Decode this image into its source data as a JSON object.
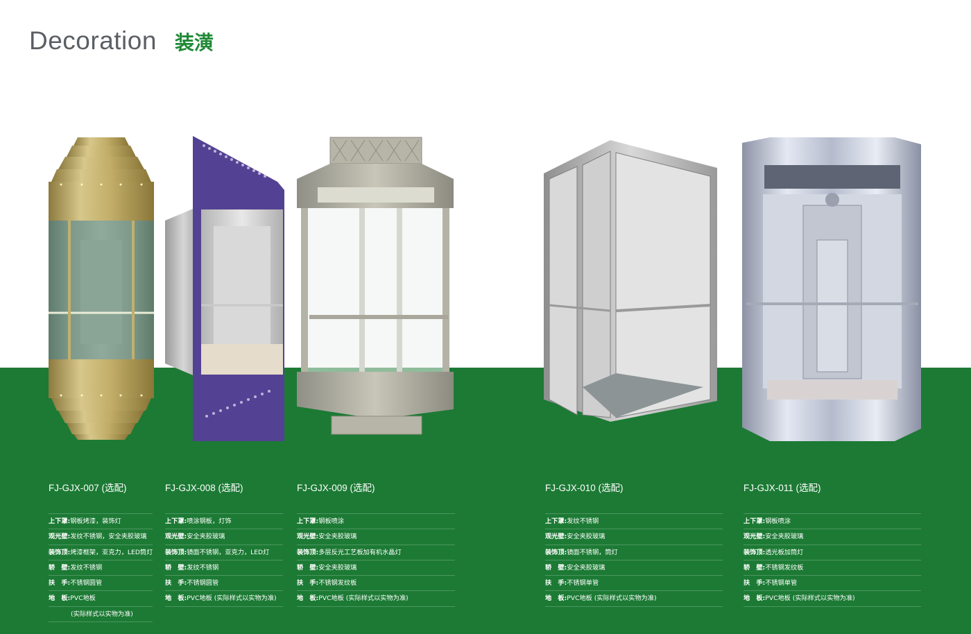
{
  "header": {
    "title_en": "Decoration",
    "title_cn": "装潢"
  },
  "colors": {
    "green_band": "#1c7a34",
    "title_cn": "#1f8a36",
    "title_en": "#5b5f64"
  },
  "products": [
    {
      "model": "FJ-GJX-007 (选配)",
      "specs": [
        {
          "label": "上下罩:",
          "value": "钢板烤漆，装饰灯"
        },
        {
          "label": "观光壁:",
          "value": "发纹不锈钢，安全夹胶玻璃"
        },
        {
          "label": "装饰顶:",
          "value": "烤漆框架，亚克力，LED筒灯"
        },
        {
          "label": "轿　壁:",
          "value": "发纹不锈钢"
        },
        {
          "label": "扶　手:",
          "value": "不锈钢圆管"
        },
        {
          "label": "地　板:",
          "value": "PVC地板"
        }
      ],
      "note": "(实际样式以实物为准)"
    },
    {
      "model": "FJ-GJX-008 (选配)",
      "specs": [
        {
          "label": "上下罩:",
          "value": "喷涂钢板，灯饰"
        },
        {
          "label": "观光壁:",
          "value": "安全夹胶玻璃"
        },
        {
          "label": "装饰顶:",
          "value": "镜面不锈钢，亚克力，LED灯"
        },
        {
          "label": "轿　壁:",
          "value": "发纹不锈钢"
        },
        {
          "label": "扶　手:",
          "value": "不锈钢圆管"
        },
        {
          "label": "地　板:",
          "value": "PVC地板 (实际样式以实物为准)"
        }
      ]
    },
    {
      "model": "FJ-GJX-009 (选配)",
      "specs": [
        {
          "label": "上下罩:",
          "value": "钢板喷涂"
        },
        {
          "label": "观光壁:",
          "value": "安全夹胶玻璃"
        },
        {
          "label": "装饰顶:",
          "value": "多层反光工艺板加有机水晶灯"
        },
        {
          "label": "轿　壁:",
          "value": "安全夹胶玻璃"
        },
        {
          "label": "扶　手:",
          "value": "不锈钢发纹板"
        },
        {
          "label": "地　板:",
          "value": "PVC地板 (实际样式以实物为准)"
        }
      ]
    },
    {
      "model": "FJ-GJX-010 (选配)",
      "specs": [
        {
          "label": "上下罩:",
          "value": "发纹不锈钢"
        },
        {
          "label": "观光壁:",
          "value": "安全夹胶玻璃"
        },
        {
          "label": "装饰顶:",
          "value": "镜面不锈钢，筒灯"
        },
        {
          "label": "轿　壁:",
          "value": "安全夹胶玻璃"
        },
        {
          "label": "扶　手:",
          "value": "不锈钢单管"
        },
        {
          "label": "地　板:",
          "value": "PVC地板 (实际样式以实物为准)"
        }
      ]
    },
    {
      "model": "FJ-GJX-011 (选配)",
      "specs": [
        {
          "label": "上下罩:",
          "value": "钢板喷涂"
        },
        {
          "label": "观光壁:",
          "value": "安全夹胶玻璃"
        },
        {
          "label": "装饰顶:",
          "value": "透光板加筒灯"
        },
        {
          "label": "轿　壁:",
          "value": "不锈钢发纹板"
        },
        {
          "label": "扶　手:",
          "value": "不锈钢单管"
        },
        {
          "label": "地　板:",
          "value": "PVC地板 (实际样式以实物为准)"
        }
      ]
    }
  ]
}
